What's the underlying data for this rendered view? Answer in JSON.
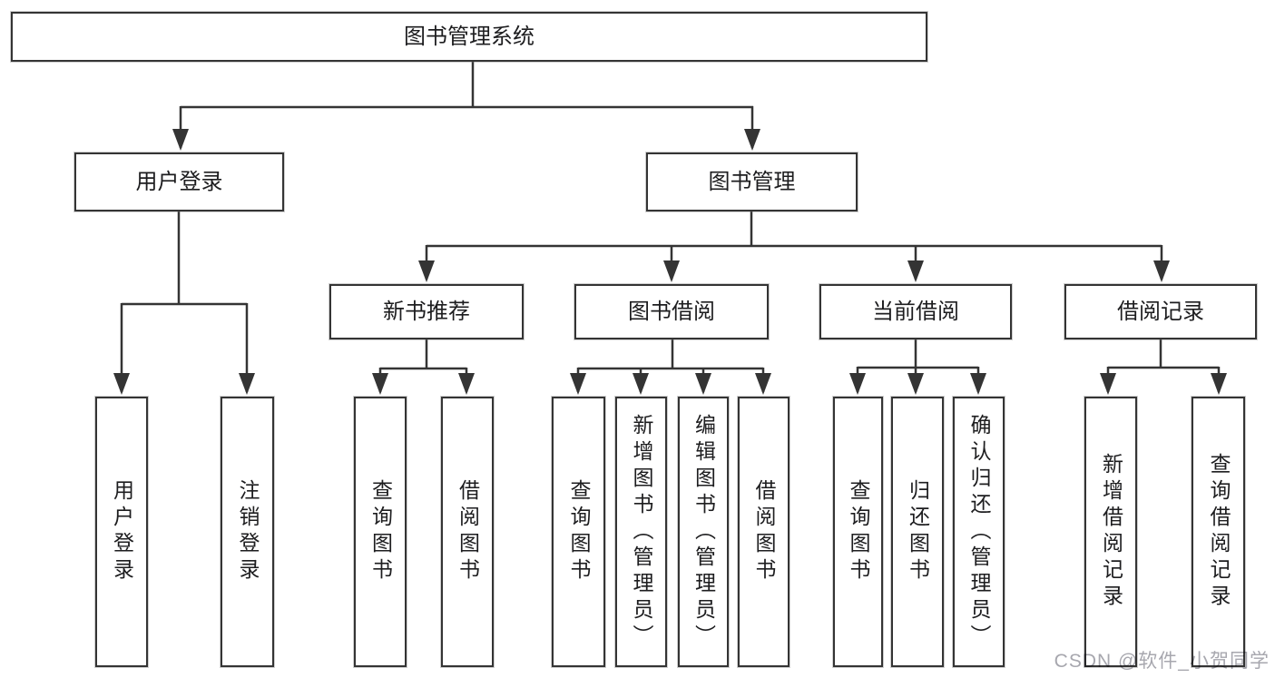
{
  "diagram_type": "hierarchy-tree",
  "tree": {
    "label": "图书管理系统",
    "children": [
      {
        "label": "用户登录",
        "children": [
          {
            "label": "用户登录"
          },
          {
            "label": "注销登录"
          }
        ]
      },
      {
        "label": "图书管理",
        "children": [
          {
            "label": "新书推荐",
            "children": [
              {
                "label": "查询图书"
              },
              {
                "label": "借阅图书"
              }
            ]
          },
          {
            "label": "图书借阅",
            "children": [
              {
                "label": "查询图书"
              },
              {
                "label": "新增图书（管理员）"
              },
              {
                "label": "编辑图书（管理员）"
              },
              {
                "label": "借阅图书"
              }
            ]
          },
          {
            "label": "当前借阅",
            "children": [
              {
                "label": "查询图书"
              },
              {
                "label": "归还图书"
              },
              {
                "label": "确认归还（管理员）"
              }
            ]
          },
          {
            "label": "借阅记录",
            "children": [
              {
                "label": "新增借阅记录"
              },
              {
                "label": "查询借阅记录"
              }
            ]
          }
        ]
      }
    ]
  },
  "watermark": "CSDN @软件_小贺同学",
  "colors": {
    "line": "#343434",
    "text": "#1d1d1f",
    "background": "#ffffff",
    "watermark": "#a7a7ae"
  }
}
